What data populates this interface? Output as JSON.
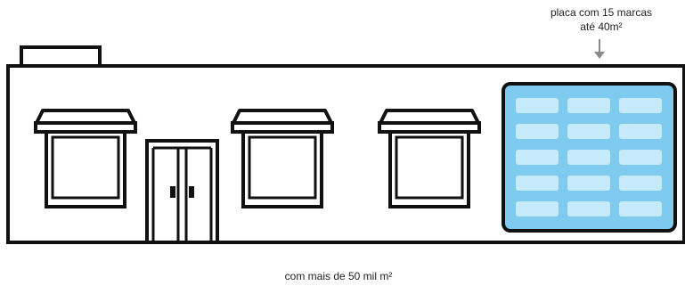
{
  "annotations": {
    "sign_line_1": "placa com 15 marcas",
    "sign_line_2": "até 40m²",
    "bottom_caption": "com mais de 50 mil m²"
  },
  "sign": {
    "rows": 5,
    "cols": 3,
    "brand_count": 15
  },
  "colors": {
    "stroke": "#111111",
    "sign_fill": "#7ecbef",
    "tile_fill": "#c5eaf9",
    "arrow": "#8a8a8a",
    "background": "#ffffff"
  }
}
